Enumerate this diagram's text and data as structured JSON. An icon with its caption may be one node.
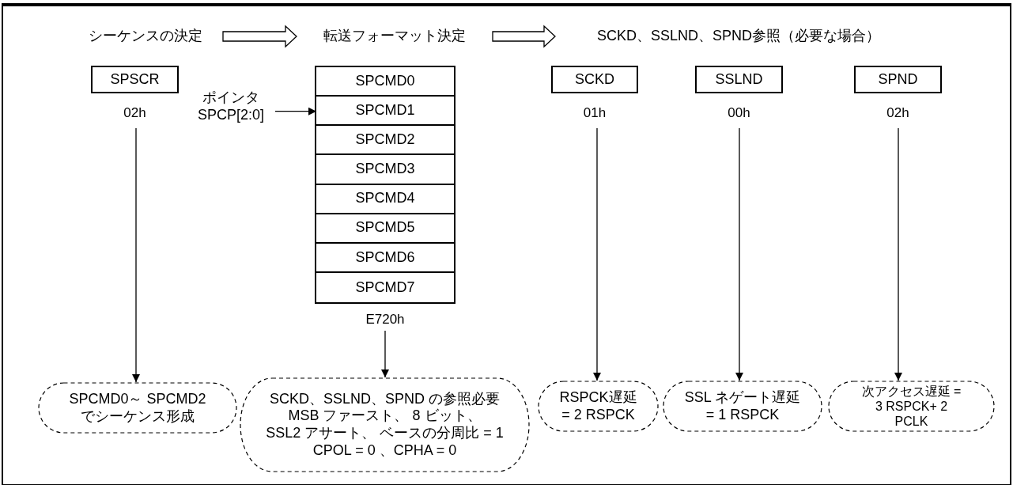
{
  "diagram": {
    "nodes": [
      {
        "text": [
          "シーケンスの決定"
        ]
      },
      {
        "text": [
          "転送フォーマット決定"
        ]
      },
      {
        "text": [
          "SCKD、SSLND、SPND参照（必要な場合）"
        ]
      },
      {
        "text": [
          "SPSCR"
        ],
        "beside": [
          "02h"
        ]
      },
      {
        "text": [],
        "shape": "box",
        "beside": [
          "E720h"
        ]
      },
      {
        "text": [
          "SPCMD0"
        ],
        "in": 4
      },
      {
        "text": [
          "SPCMD1"
        ],
        "in": 4
      },
      {
        "text": [
          "SPCMD2"
        ],
        "in": 4
      },
      {
        "text": [
          "SPCMD3"
        ],
        "in": 4
      },
      {
        "text": [
          "SPCMD4"
        ],
        "in": 4
      },
      {
        "text": [
          "SPCMD5"
        ],
        "in": 4
      },
      {
        "text": [
          "SPCMD6"
        ],
        "in": 4
      },
      {
        "text": [
          "SPCMD7"
        ],
        "in": 4
      },
      {
        "text": [
          "ポインタ SPCP[2:0]"
        ]
      },
      {
        "text": [
          "SCKD"
        ],
        "beside": [
          "01h"
        ]
      },
      {
        "text": [
          "SSLND"
        ],
        "beside": [
          "00h"
        ]
      },
      {
        "text": [
          "SPND"
        ],
        "beside": [
          "02h"
        ]
      },
      {
        "text": [
          "SPCMD0～ SPCMD2でシーケンス形成"
        ]
      },
      {
        "text": [
          "SCKD、SSLND、SPND の参照必要",
          "MSB ファースト、 8 ビット、",
          "SSL2 アサート、 ベースの分周比 = 1",
          "CPOL = 0 、CPHA = 0"
        ]
      },
      {
        "text": [
          "RSPCK遅延 = 2 RSPCK"
        ]
      },
      {
        "text": [
          "SSL ネゲート遅延 = 1 RSPCK"
        ]
      },
      {
        "text": [
          "次アクセス遅延 =  3 RSPCK+ 2 PCLK"
        ]
      }
    ],
    "edges": [
      {
        "from": 0,
        "to": 1,
        "arrow": "to",
        "style": "thick"
      },
      {
        "from": 1,
        "to": 2,
        "arrow": "to",
        "style": "thick"
      },
      {
        "from": 13,
        "to": 6,
        "arrow": "to"
      },
      {
        "from": 3,
        "to": 17,
        "arrow": "to"
      },
      {
        "from": 4,
        "to": 18,
        "arrow": "to"
      },
      {
        "from": 14,
        "to": 19,
        "arrow": "to"
      },
      {
        "from": 15,
        "to": 20,
        "arrow": "to"
      },
      {
        "from": 16,
        "to": 21,
        "arrow": "to"
      }
    ]
  }
}
